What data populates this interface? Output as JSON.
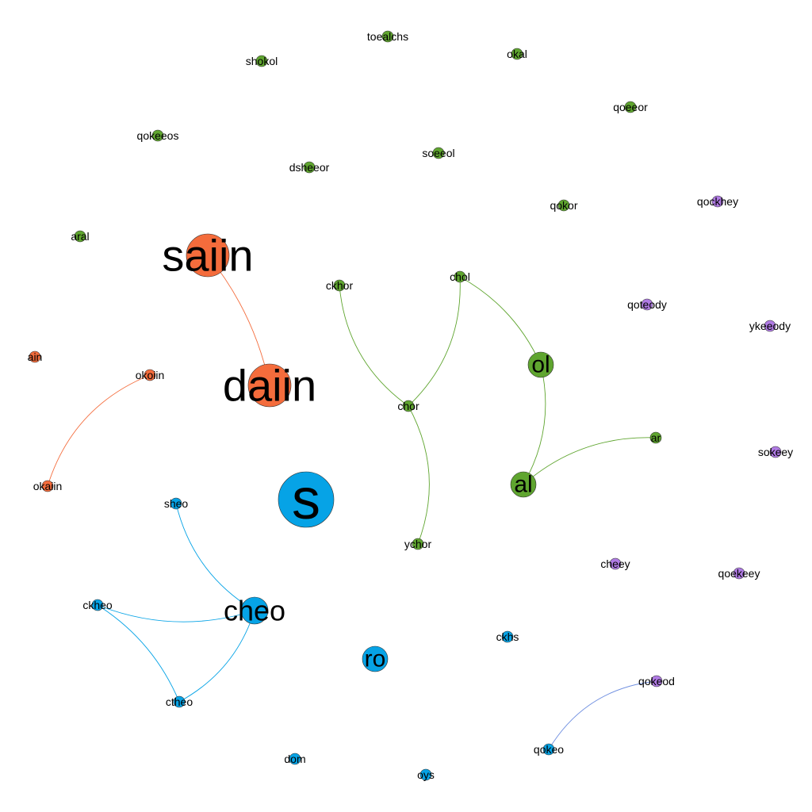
{
  "colors": {
    "orange": "#f46c3c",
    "green": "#5fa52f",
    "blue": "#06a3e6",
    "purple": "#b07be4",
    "edge_orange": "#f46c3c",
    "edge_green": "#5fa52f",
    "edge_blue": "#06a3e6",
    "edge_purple": "#6f8fe0"
  },
  "nodes": [
    {
      "id": "saiin",
      "group": "orange",
      "size": "xl"
    },
    {
      "id": "daiin",
      "group": "orange",
      "size": "xl"
    },
    {
      "id": "ain",
      "group": "orange",
      "size": "s"
    },
    {
      "id": "okoiin",
      "group": "orange",
      "size": "s"
    },
    {
      "id": "okaiin",
      "group": "orange",
      "size": "s"
    },
    {
      "id": "toealchs",
      "group": "green",
      "size": "s"
    },
    {
      "id": "shokol",
      "group": "green",
      "size": "s"
    },
    {
      "id": "okal",
      "group": "green",
      "size": "s"
    },
    {
      "id": "qoeeor",
      "group": "green",
      "size": "s"
    },
    {
      "id": "qokeeos",
      "group": "green",
      "size": "s"
    },
    {
      "id": "soeeol",
      "group": "green",
      "size": "s"
    },
    {
      "id": "dsheeor",
      "group": "green",
      "size": "s"
    },
    {
      "id": "qokor",
      "group": "green",
      "size": "s"
    },
    {
      "id": "aral",
      "group": "green",
      "size": "s"
    },
    {
      "id": "ckhor",
      "group": "green",
      "size": "s"
    },
    {
      "id": "chol",
      "group": "green",
      "size": "s"
    },
    {
      "id": "ol",
      "group": "green",
      "size": "m"
    },
    {
      "id": "chor",
      "group": "green",
      "size": "s"
    },
    {
      "id": "ar",
      "group": "green",
      "size": "s"
    },
    {
      "id": "al",
      "group": "green",
      "size": "m"
    },
    {
      "id": "ychor",
      "group": "green",
      "size": "s"
    },
    {
      "id": "qockhey",
      "group": "purple",
      "size": "s"
    },
    {
      "id": "qoteody",
      "group": "purple",
      "size": "s"
    },
    {
      "id": "ykeeody",
      "group": "purple",
      "size": "s"
    },
    {
      "id": "sokeey",
      "group": "purple",
      "size": "s"
    },
    {
      "id": "cheey",
      "group": "purple",
      "size": "s"
    },
    {
      "id": "qoekeey",
      "group": "purple",
      "size": "s"
    },
    {
      "id": "qokeod",
      "group": "purple",
      "size": "s"
    },
    {
      "id": "s",
      "group": "blue",
      "size": "xxl"
    },
    {
      "id": "sheo",
      "group": "blue",
      "size": "s"
    },
    {
      "id": "cheo",
      "group": "blue",
      "size": "l"
    },
    {
      "id": "ckheo",
      "group": "blue",
      "size": "s"
    },
    {
      "id": "ctheo",
      "group": "blue",
      "size": "s"
    },
    {
      "id": "ro",
      "group": "blue",
      "size": "m"
    },
    {
      "id": "ckhs",
      "group": "blue",
      "size": "s"
    },
    {
      "id": "qokeo",
      "group": "blue",
      "size": "s"
    },
    {
      "id": "dom",
      "group": "blue",
      "size": "s"
    },
    {
      "id": "oys",
      "group": "blue",
      "size": "s"
    }
  ],
  "edges": [
    {
      "source": "saiin",
      "target": "daiin",
      "group": "orange"
    },
    {
      "source": "okoiin",
      "target": "okaiin",
      "group": "orange"
    },
    {
      "source": "ckhor",
      "target": "chor",
      "group": "green"
    },
    {
      "source": "chol",
      "target": "chor",
      "group": "green"
    },
    {
      "source": "chol",
      "target": "ol",
      "group": "green"
    },
    {
      "source": "ol",
      "target": "al",
      "group": "green"
    },
    {
      "source": "al",
      "target": "ar",
      "group": "green"
    },
    {
      "source": "chor",
      "target": "ychor",
      "group": "green"
    },
    {
      "source": "sheo",
      "target": "cheo",
      "group": "blue"
    },
    {
      "source": "cheo",
      "target": "ckheo",
      "group": "blue"
    },
    {
      "source": "cheo",
      "target": "ctheo",
      "group": "blue"
    },
    {
      "source": "ckheo",
      "target": "ctheo",
      "group": "blue"
    },
    {
      "source": "qokeo",
      "target": "qokeod",
      "group": "purple"
    }
  ]
}
